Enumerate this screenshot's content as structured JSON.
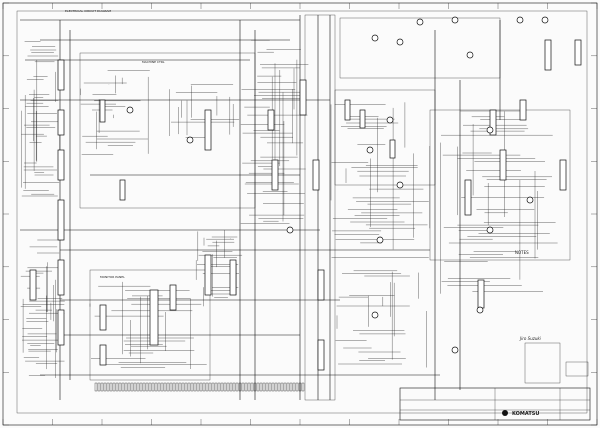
{
  "drawing": {
    "manufacturer": "KOMATSU",
    "notes_heading": "NOTES",
    "top_label": "ELECTRICAL CIRCUIT DIAGRAM",
    "controller_label": "MACHINE CTRL",
    "monitor_label": "MONITOR PANEL",
    "signature": "Jiro Suzuki"
  },
  "colors": {
    "line": "#111111",
    "paper": "#fbfbfb",
    "accent": "#333333"
  },
  "icons": {
    "logo": "manufacturer-logo-icon",
    "sheet": "diagram-sheet-icon"
  }
}
